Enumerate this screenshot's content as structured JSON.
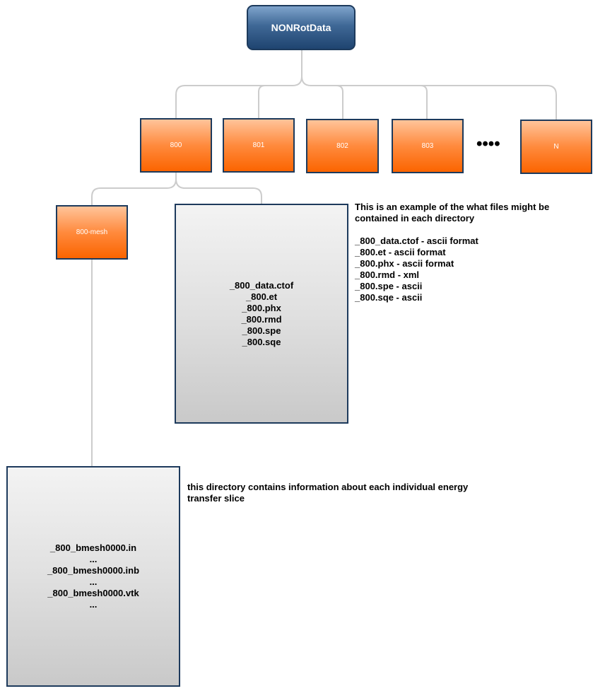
{
  "root": {
    "label": "NONRotData"
  },
  "directories": [
    {
      "label": "800"
    },
    {
      "label": "801"
    },
    {
      "label": "802"
    },
    {
      "label": "803"
    },
    {
      "label": "N"
    }
  ],
  "ellipsis": "••••",
  "subdirectory": {
    "label": "800-mesh"
  },
  "dir_files": [
    "_800_data.ctof",
    "_800.et",
    "_800.phx",
    "_800.rmd",
    "_800.spe",
    "_800.sqe"
  ],
  "mesh_files": [
    "_800_bmesh0000.in",
    "...",
    "_800_bmesh0000.inb",
    "...",
    "_800_bmesh0000.vtk",
    "..."
  ],
  "dir_note": {
    "lines": [
      "This is an example of the what files might be",
      "contained in each directory"
    ],
    "formats": [
      "_800_data.ctof - ascii format",
      "_800.et - ascii format",
      "_800.phx - ascii format",
      "_800.rmd - xml",
      "_800.spe - ascii",
      "_800.sqe - ascii"
    ]
  },
  "mesh_note": {
    "lines": [
      "this directory contains information about each individual energy",
      "transfer slice"
    ]
  },
  "colors": {
    "root_fill": "#3f6896",
    "directory_fill": "#ff8a3d",
    "file_box_fill": "#e0e0e0",
    "border": "#1d3a5c",
    "connector": "#cccccc"
  }
}
